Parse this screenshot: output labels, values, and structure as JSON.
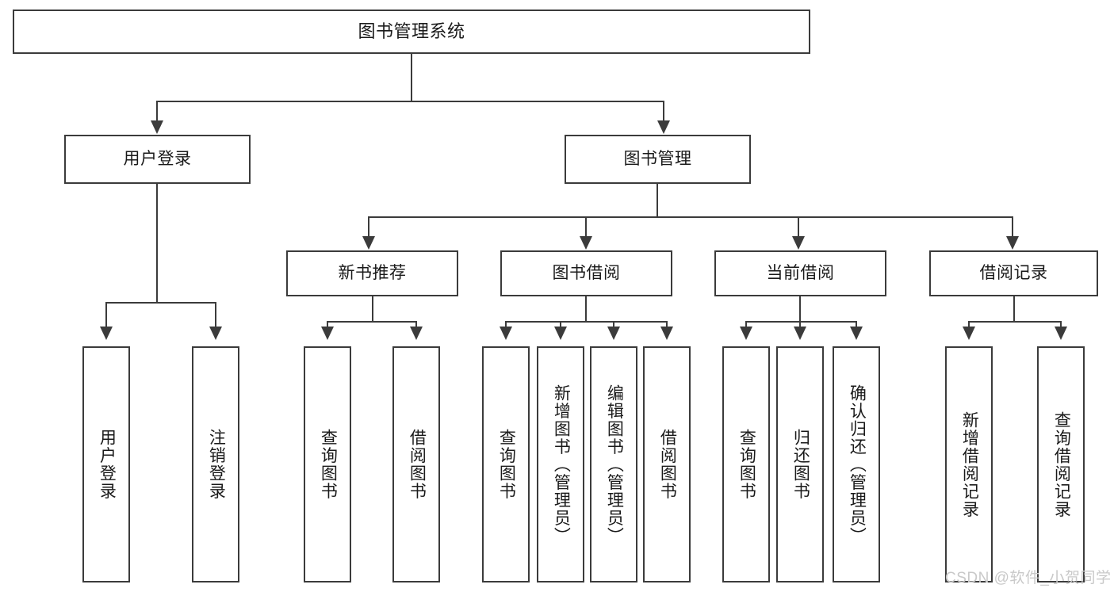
{
  "diagram": {
    "title": "图书管理系统",
    "type": "hierarchy-tree",
    "root": {
      "label": "图书管理系统"
    },
    "level2": [
      {
        "label": "用户登录"
      },
      {
        "label": "图书管理"
      }
    ],
    "level3": [
      {
        "label": "新书推荐"
      },
      {
        "label": "图书借阅"
      },
      {
        "label": "当前借阅"
      },
      {
        "label": "借阅记录"
      }
    ],
    "leaves": {
      "user_login": [
        {
          "label": "用户登录"
        },
        {
          "label": "注销登录"
        }
      ],
      "new_book_recommend": [
        {
          "label": "查询图书"
        },
        {
          "label": "借阅图书"
        }
      ],
      "book_borrow": [
        {
          "label": "查询图书"
        },
        {
          "label": "新增图书（管理员）"
        },
        {
          "label": "编辑图书（管理员）"
        },
        {
          "label": "借阅图书"
        }
      ],
      "current_borrow": [
        {
          "label": "查询图书"
        },
        {
          "label": "归还图书"
        },
        {
          "label": "确认归还（管理员）"
        }
      ],
      "borrow_record": [
        {
          "label": "新增借阅记录"
        },
        {
          "label": "查询借阅记录"
        }
      ]
    }
  },
  "watermark": {
    "text": "CSDN @软件_小贺同学"
  },
  "colors": {
    "stroke": "#3b3b3b",
    "background": "#ffffff",
    "text": "#1a1a1a",
    "watermark": "#c9c9c9"
  }
}
